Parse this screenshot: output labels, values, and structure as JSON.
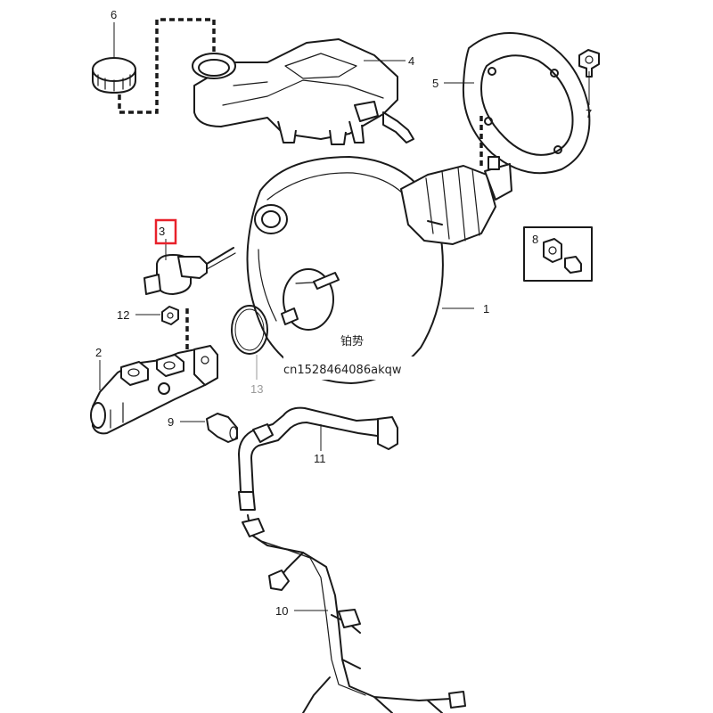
{
  "callouts": {
    "c1": "1",
    "c2": "2",
    "c3": "3",
    "c4": "4",
    "c5": "5",
    "c6": "6",
    "c7": "7",
    "c8": "8",
    "c9": "9",
    "c10": "10",
    "c11": "11",
    "c12": "12",
    "c13": "13"
  },
  "highlight_color": "#e8212a",
  "watermark": {
    "line1": "铂势",
    "line2": "cn1528464086akqw"
  }
}
